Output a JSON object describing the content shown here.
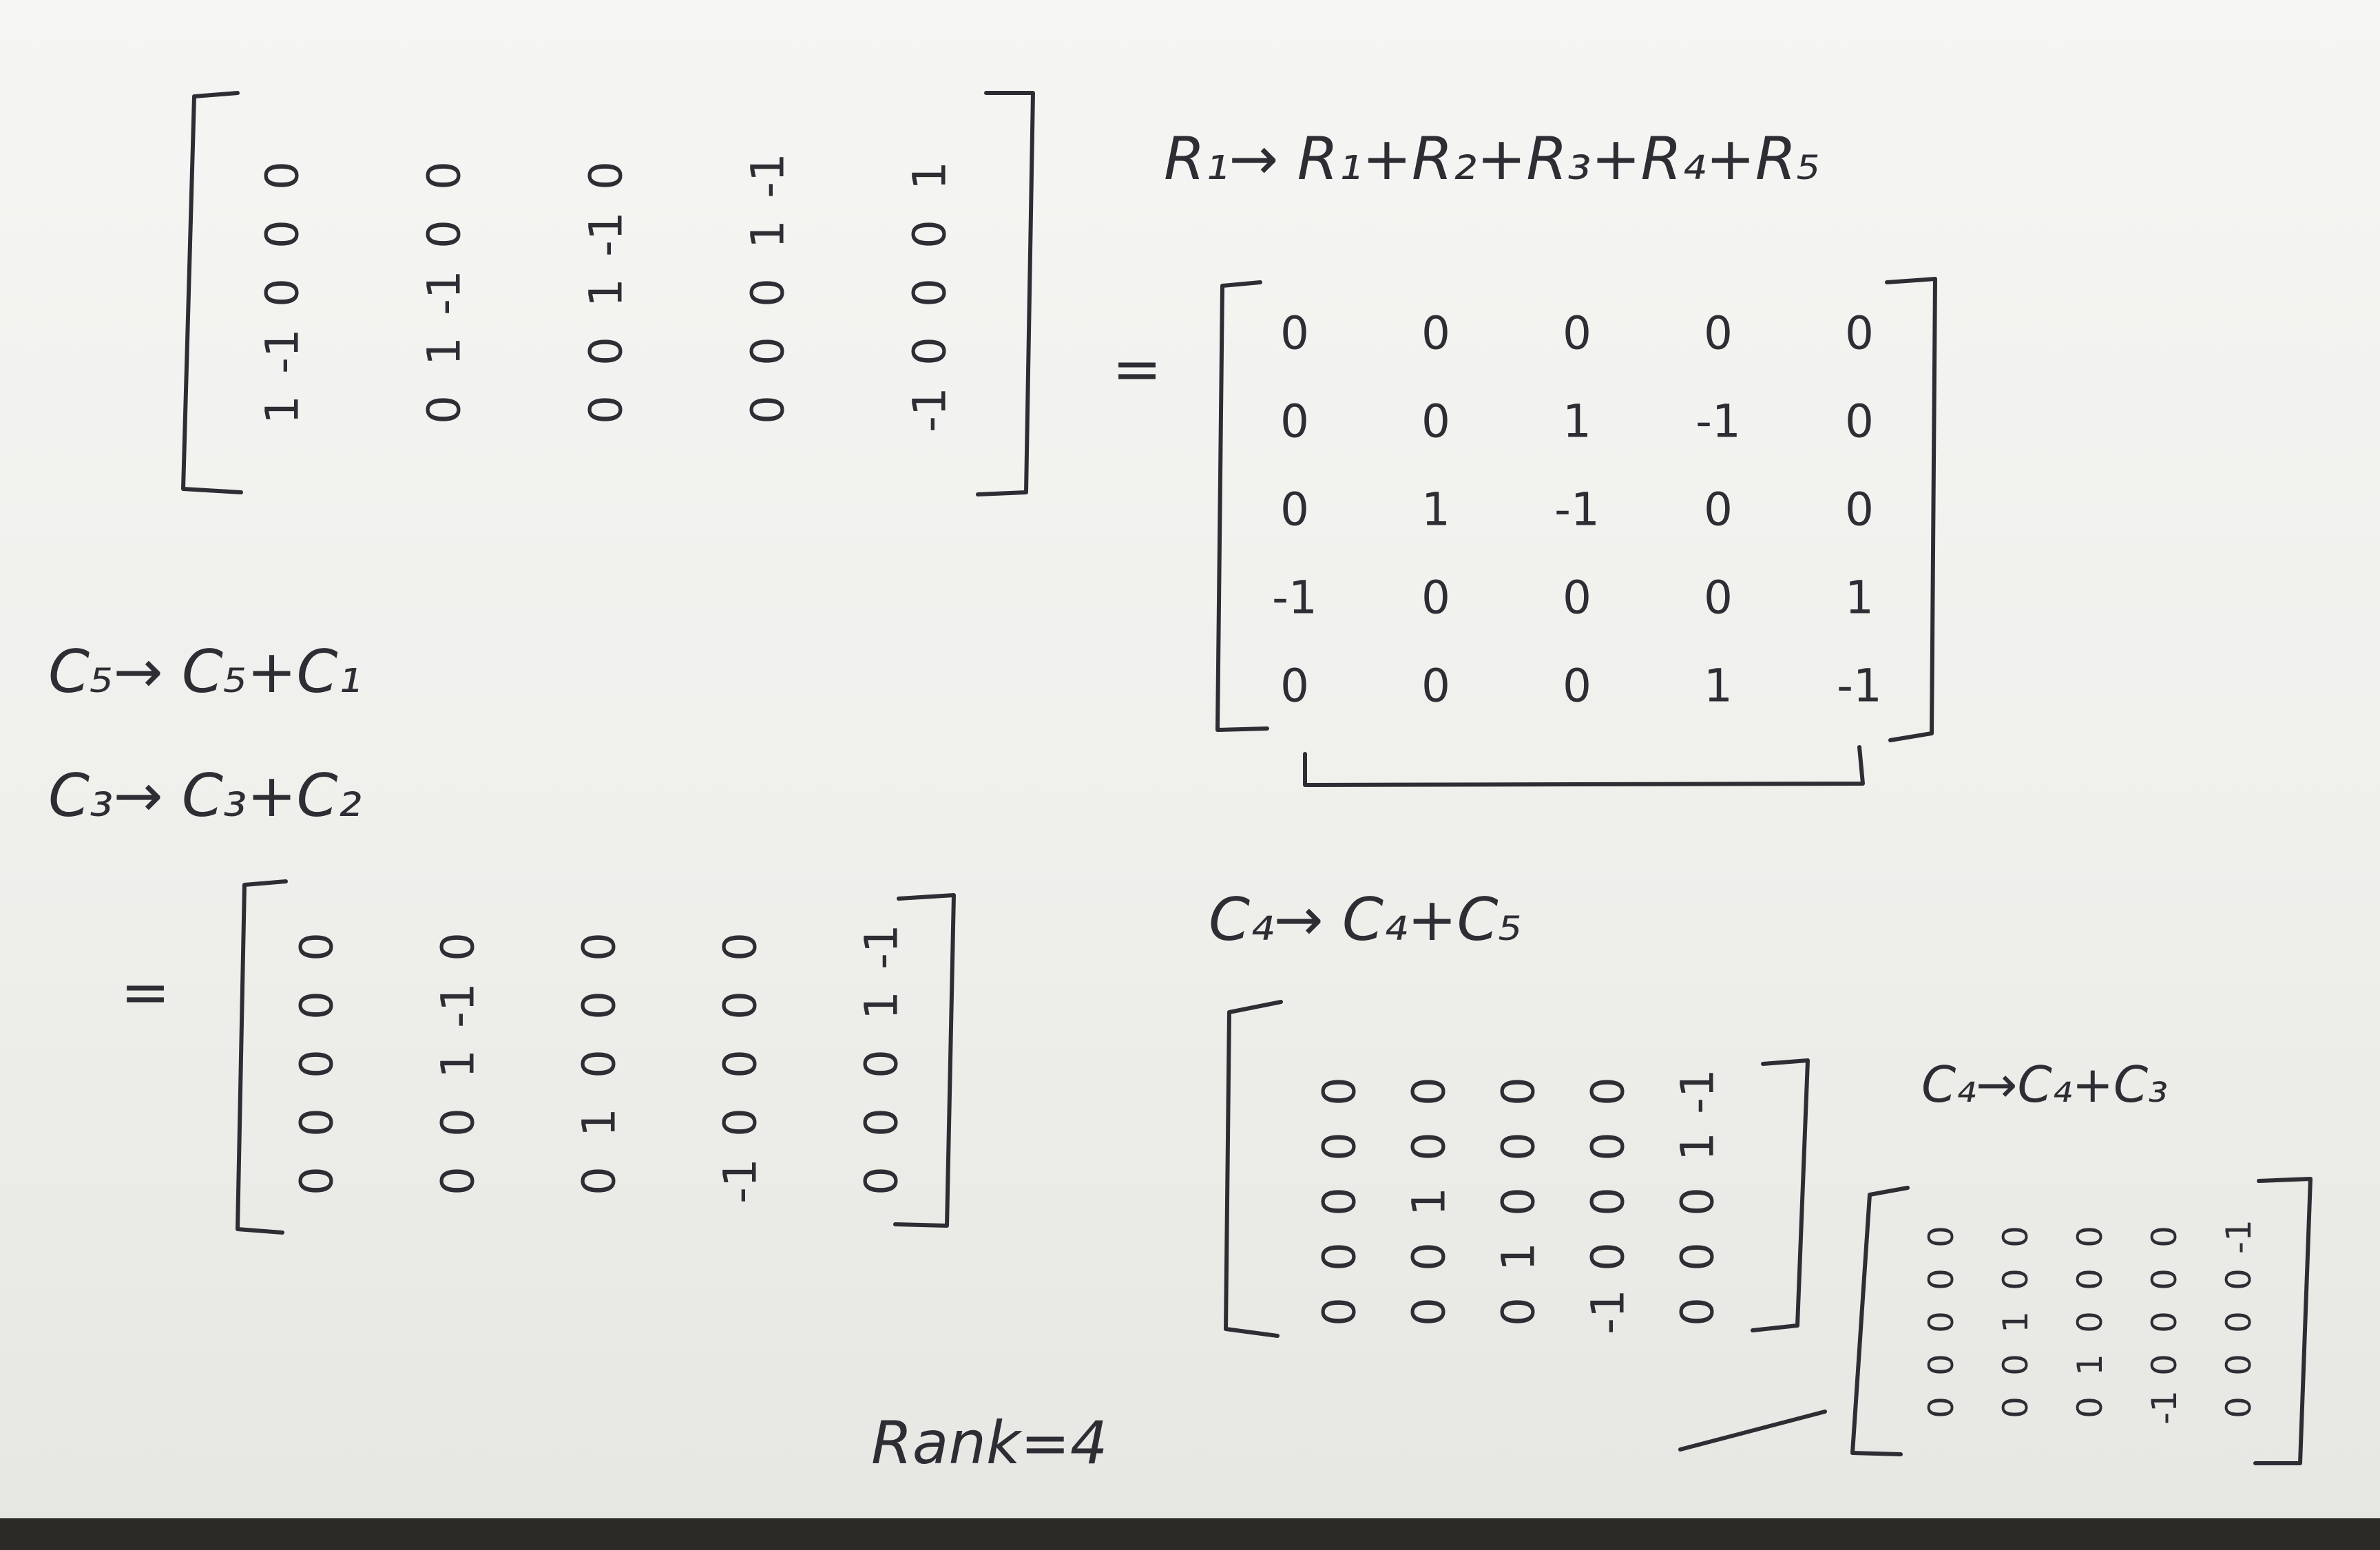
{
  "notes": {
    "row_op_1": "R₁→ R₁+R₂+R₃+R₄+R₅",
    "col_op_1": "C₅→ C₅+C₁",
    "col_op_2": "C₃→ C₃+C₂",
    "col_op_3": "C₄→ C₄+C₅",
    "col_op_4": "C₄→C₄+C₃",
    "equals": "=",
    "result": "Rank=4"
  },
  "matrices": {
    "m1": [
      [
        "1",
        "-1",
        "0",
        "0",
        "0"
      ],
      [
        "0",
        "1",
        "-1",
        "0",
        "0"
      ],
      [
        "0",
        "0",
        "1",
        "-1",
        "0"
      ],
      [
        "0",
        "0",
        "0",
        "1",
        "-1"
      ],
      [
        "-1",
        "0",
        "0",
        "0",
        "1"
      ]
    ],
    "m2": [
      [
        "0",
        "0",
        "0",
        "0",
        "0"
      ],
      [
        "0",
        "0",
        "1",
        "-1",
        "0"
      ],
      [
        "0",
        "1",
        "-1",
        "0",
        "0"
      ],
      [
        "-1",
        "0",
        "0",
        "0",
        "1"
      ],
      [
        "0",
        "0",
        "0",
        "1",
        "-1"
      ]
    ],
    "m3": [
      [
        "0",
        "0",
        "0",
        "0",
        "0"
      ],
      [
        "0",
        "0",
        "1",
        "-1",
        "0"
      ],
      [
        "0",
        "1",
        "0",
        "0",
        "0"
      ],
      [
        "-1",
        "0",
        "0",
        "0",
        "0"
      ],
      [
        "0",
        "0",
        "0",
        "1",
        "-1"
      ]
    ],
    "m4": [
      [
        "0",
        "0",
        "0",
        "0",
        "0"
      ],
      [
        "0",
        "0",
        "1",
        "0",
        "0"
      ],
      [
        "0",
        "1",
        "0",
        "0",
        "0"
      ],
      [
        "-1",
        "0",
        "0",
        "0",
        "0"
      ],
      [
        "0",
        "0",
        "0",
        "1",
        "-1"
      ]
    ],
    "m5": [
      [
        "0",
        "0",
        "0",
        "0",
        "0"
      ],
      [
        "0",
        "0",
        "1",
        "0",
        "0"
      ],
      [
        "0",
        "1",
        "0",
        "0",
        "0"
      ],
      [
        "-1",
        "0",
        "0",
        "0",
        "0"
      ],
      [
        "0",
        "0",
        "0",
        "0",
        "-1"
      ]
    ]
  }
}
